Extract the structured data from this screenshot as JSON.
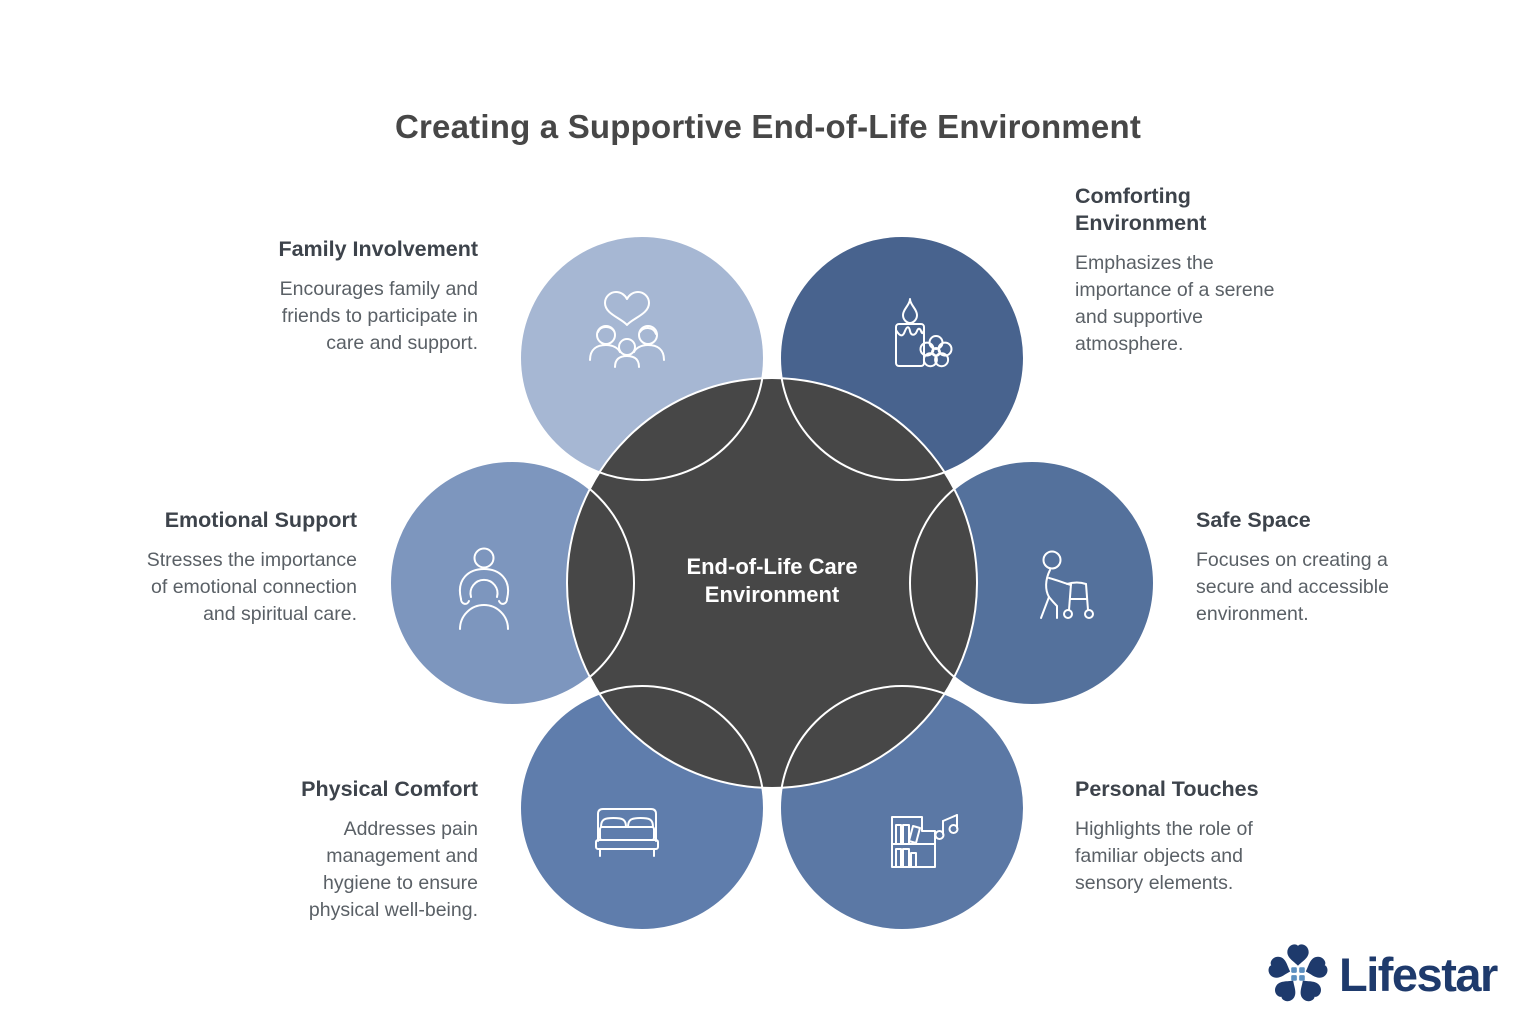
{
  "title": "Creating a Supportive End-of-Life Environment",
  "center": {
    "label": "End-of-Life Care Environment",
    "circle_color": "#474747",
    "text_color": "#ffffff"
  },
  "sections": [
    {
      "id": "family-involvement",
      "heading": "Family Involvement",
      "body": "Encourages family and friends to participate in care and support.",
      "circle_color": "#a6b7d3",
      "icon": "family-heart-icon",
      "position": "top-left"
    },
    {
      "id": "comforting-environment",
      "heading": "Comforting Environment",
      "body": "Emphasizes the importance of a serene and supportive atmosphere.",
      "circle_color": "#48638e",
      "icon": "candle-flower-icon",
      "position": "top-right"
    },
    {
      "id": "emotional-support",
      "heading": "Emotional Support",
      "body": "Stresses the importance of emotional connection and spiritual care.",
      "circle_color": "#7d96be",
      "icon": "caring-embrace-icon",
      "position": "middle-left"
    },
    {
      "id": "safe-space",
      "heading": "Safe Space",
      "body": "Focuses on creating a secure and accessible environment.",
      "circle_color": "#54719c",
      "icon": "walker-icon",
      "position": "middle-right"
    },
    {
      "id": "physical-comfort",
      "heading": "Physical Comfort",
      "body": "Addresses pain management and hygiene to ensure physical well-being.",
      "circle_color": "#5f7dac",
      "icon": "bed-icon",
      "position": "bottom-left"
    },
    {
      "id": "personal-touches",
      "heading": "Personal Touches",
      "body": "Highlights the role of familiar objects and sensory elements.",
      "circle_color": "#5b78a5",
      "icon": "bookshelf-music-icon",
      "position": "bottom-right"
    }
  ],
  "logo": {
    "text": "Lifestar",
    "mark_color": "#1e3a6c",
    "window_color": "#5b8fc0",
    "text_color": "#1e3a6c"
  }
}
